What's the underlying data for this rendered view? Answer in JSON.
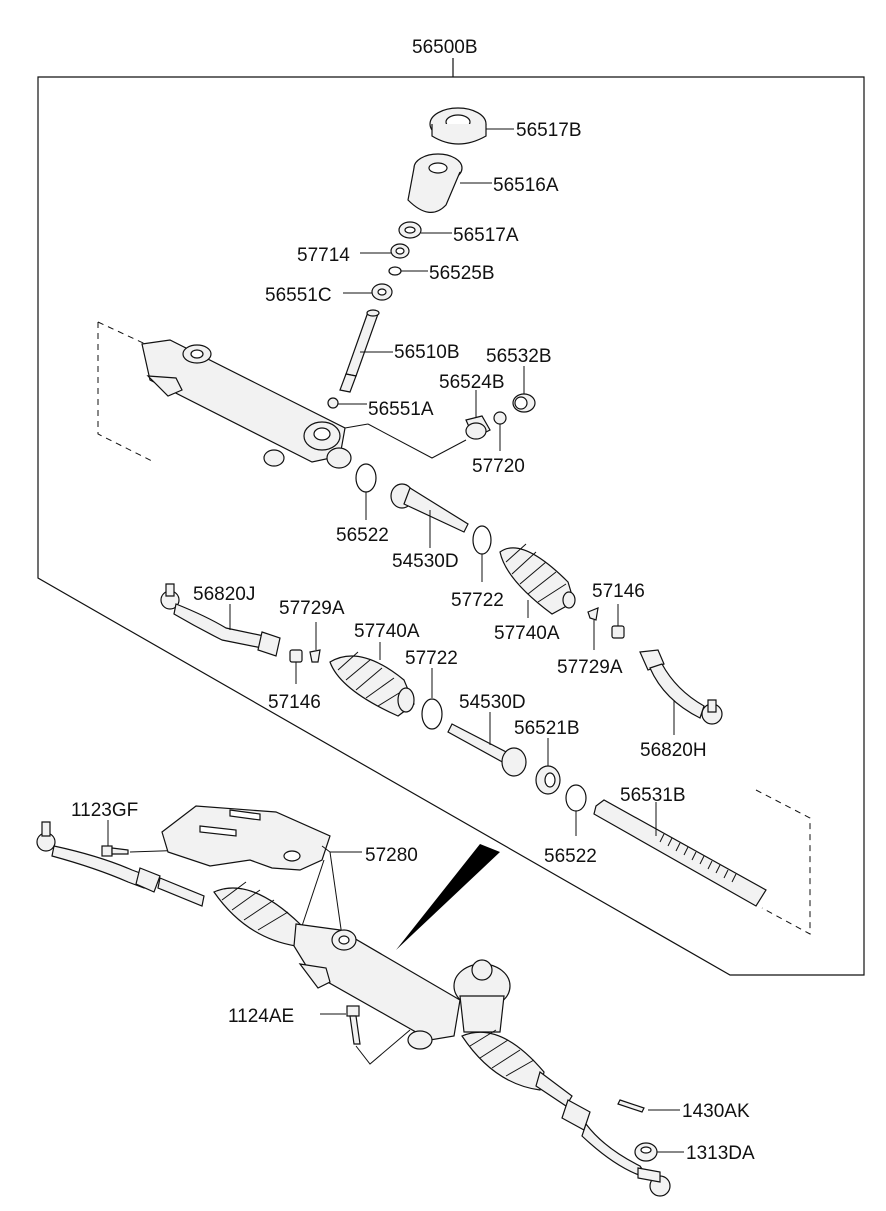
{
  "assembly_label": "56500B",
  "labels": {
    "p56517B": "56517B",
    "p56516A": "56516A",
    "p56517A": "56517A",
    "p57714": "57714",
    "p56525B": "56525B",
    "p56551C": "56551C",
    "p56510B": "56510B",
    "p56532B": "56532B",
    "p56524B": "56524B",
    "p56551A": "56551A",
    "p57720": "57720",
    "p56522a": "56522",
    "p54530Da": "54530D",
    "p57722a": "57722",
    "p57740Aa": "57740A",
    "p57146a": "57146",
    "p57729Aa": "57729A",
    "p56820J": "56820J",
    "p57729Ab": "57729A",
    "p57740Ab": "57740A",
    "p57722b": "57722",
    "p57146b": "57146",
    "p54530Db": "54530D",
    "p56521B": "56521B",
    "p56820H": "56820H",
    "p56531B": "56531B",
    "p56522b": "56522",
    "p1123GF": "1123GF",
    "p57280": "57280",
    "p1124AE": "1124AE",
    "p1430AK": "1430AK",
    "p1313DA": "1313DA"
  }
}
